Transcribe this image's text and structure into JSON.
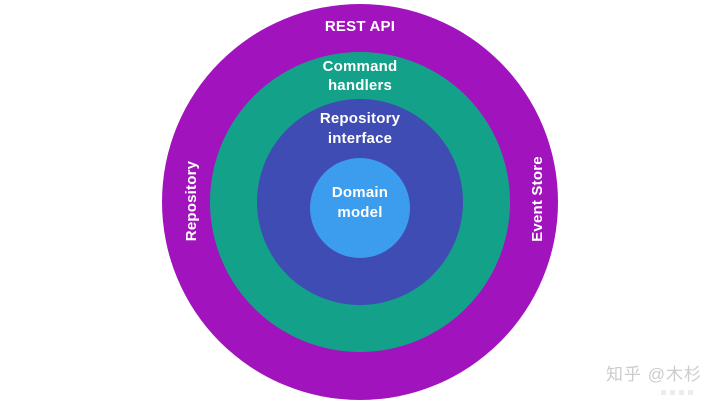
{
  "canvas": {
    "background": "#ffffff"
  },
  "diagram": {
    "type": "concentric-onion-architecture",
    "text_color": "#ffffff",
    "rings": [
      {
        "name": "rest-api",
        "label": "REST API",
        "color": "#A113BC"
      },
      {
        "name": "command-handlers",
        "label": "Command handlers",
        "color": "#14A189"
      },
      {
        "name": "repository-interface",
        "label": "Repository interface",
        "color": "#3F4CB3"
      },
      {
        "name": "domain-model",
        "label": "Domain model",
        "color": "#3C9CEE"
      }
    ],
    "side_labels": [
      {
        "name": "repository",
        "label": "Repository",
        "side": "left"
      },
      {
        "name": "event-store",
        "label": "Event Store",
        "side": "right"
      }
    ]
  },
  "watermark": {
    "text": "知乎 @木杉",
    "color": "#cccccc"
  }
}
